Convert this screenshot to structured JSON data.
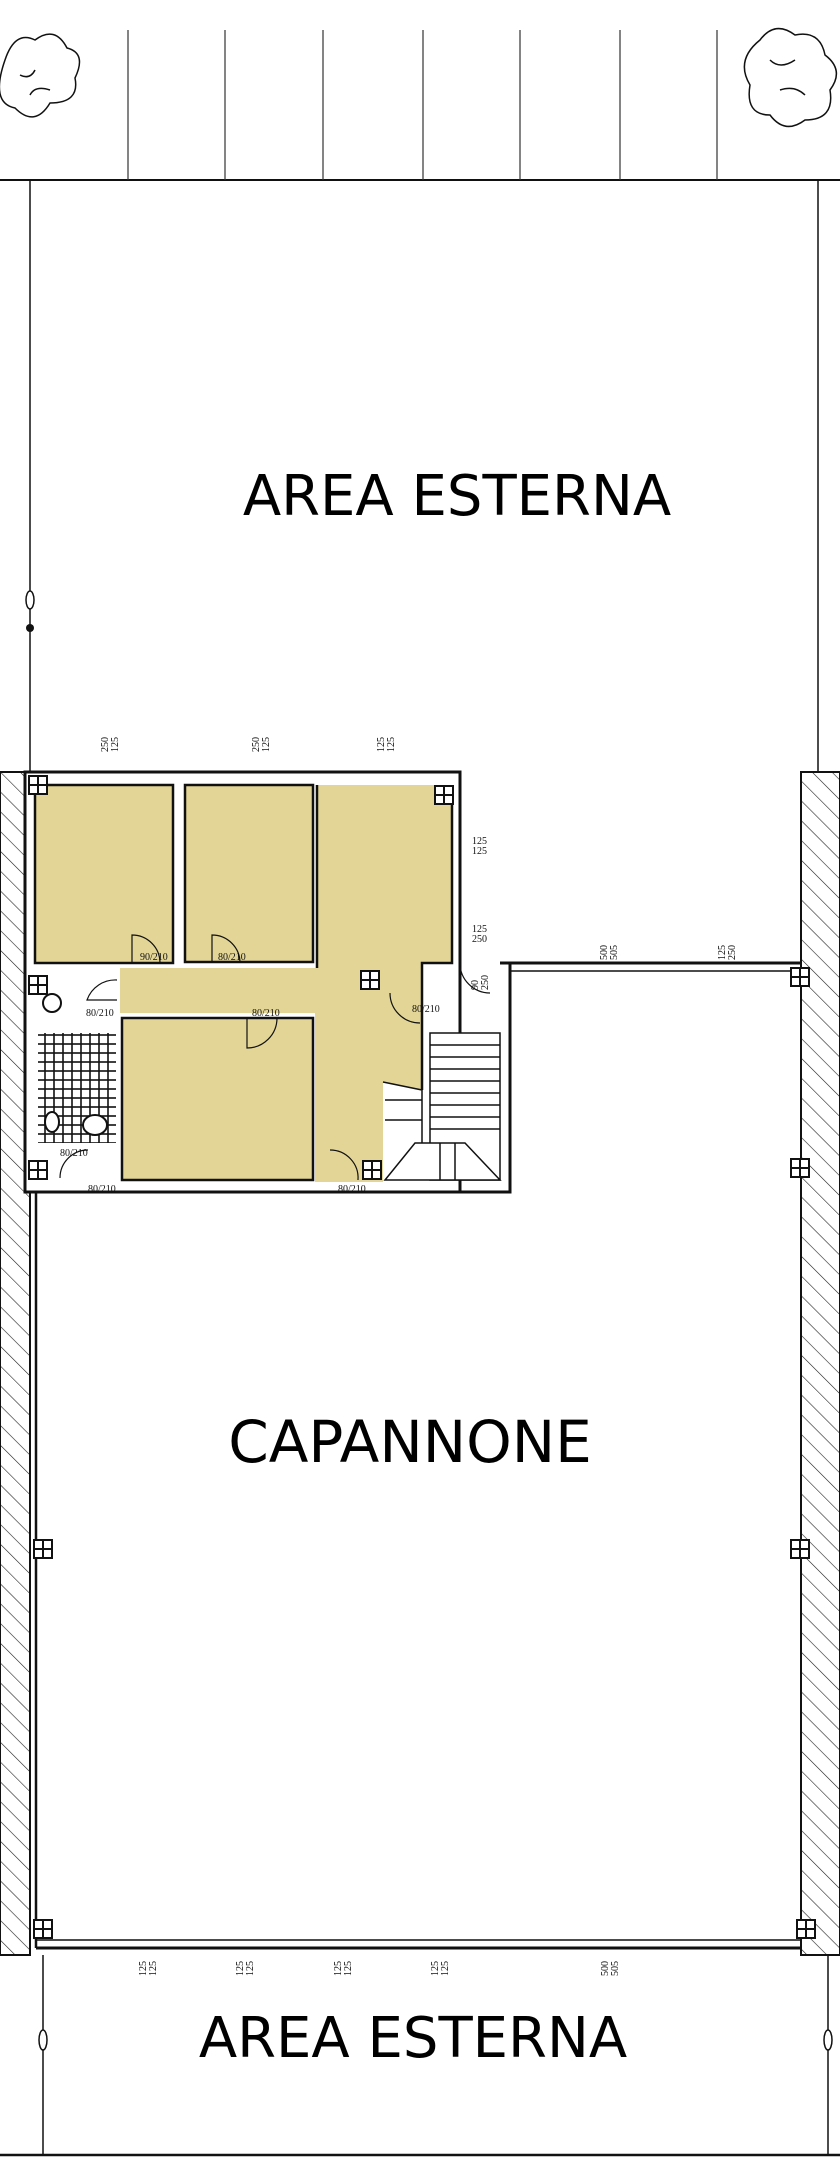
{
  "labels": {
    "top_area": "AREA ESTERNA",
    "warehouse": "CAPANNONE",
    "bottom_area": "AREA ESTERNA"
  },
  "colors": {
    "office_fill": "#e3d596",
    "wall": "#111111"
  },
  "dimensions": {
    "office_top": [
      {
        "w": "250",
        "h": "125"
      },
      {
        "w": "250",
        "h": "125"
      },
      {
        "w": "125",
        "h": "125"
      }
    ],
    "office_right": [
      {
        "w": "125",
        "h": "125"
      },
      {
        "w": "125",
        "h": "250"
      }
    ],
    "stair_door": {
      "w": "90",
      "h": "250"
    },
    "doors": [
      "80/210",
      "90/210",
      "80/210",
      "80/210",
      "80/210",
      "80/210",
      "80/210",
      "80/210"
    ],
    "warehouse_top": [
      {
        "w": "500",
        "h": "505"
      },
      {
        "w": "125",
        "h": "250"
      }
    ],
    "warehouse_bottom": [
      {
        "w": "125",
        "h": "125"
      },
      {
        "w": "125",
        "h": "125"
      },
      {
        "w": "125",
        "h": "125"
      },
      {
        "w": "125",
        "h": "125"
      },
      {
        "w": "500",
        "h": "505"
      }
    ]
  }
}
